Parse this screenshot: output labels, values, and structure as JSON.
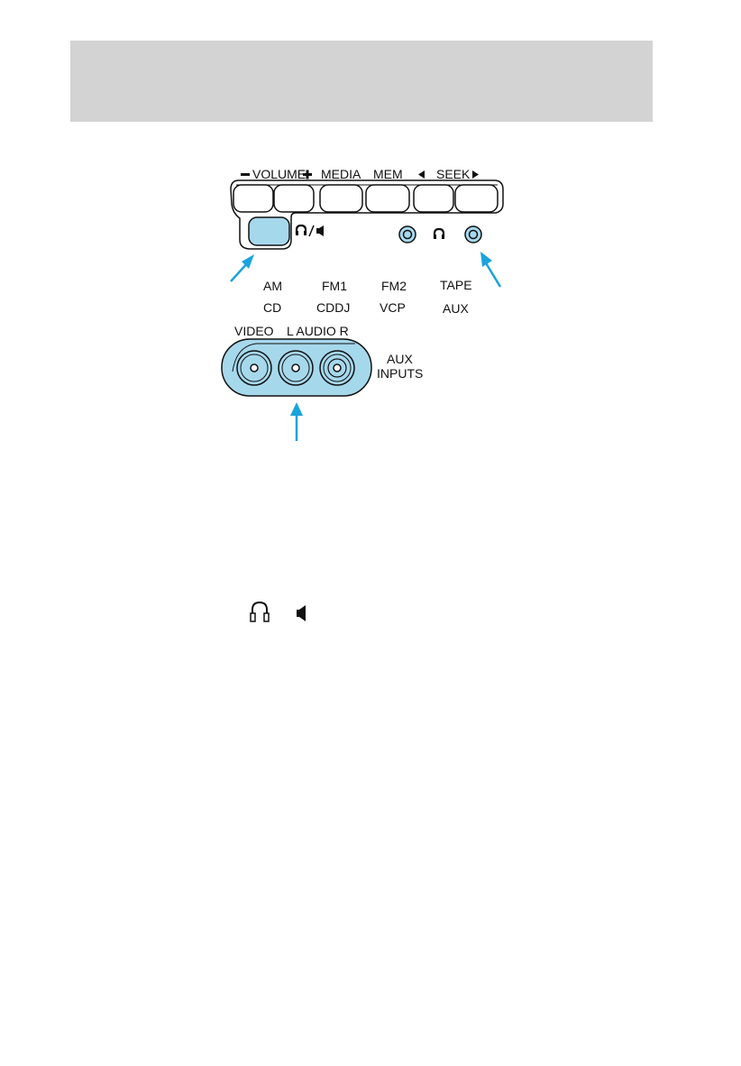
{
  "header": {
    "band_color": "#d3d3d3"
  },
  "panel": {
    "button_labels": {
      "volume": "VOLUME",
      "media": "MEDIA",
      "mem": "MEM",
      "seek": "SEEK"
    },
    "mode_labels_row1": [
      "AM",
      "FM1",
      "FM2",
      "TAPE"
    ],
    "mode_labels_row2": [
      "CD",
      "CDDJ",
      "VCP",
      "AUX"
    ],
    "jack_labels": {
      "video": "VIDEO",
      "audio": "L AUDIO R",
      "aux_line1": "AUX",
      "aux_line2": "INPUTS"
    },
    "icons": [
      "minus-icon",
      "plus-icon",
      "headphone-speaker-icon",
      "headphone-icon",
      "seek-left-icon",
      "seek-right-icon"
    ]
  },
  "colors": {
    "highlight": "#a6d8ec",
    "arrow": "#1aa4dc",
    "outline": "#111111"
  },
  "inline_icons": [
    "headphone-icon",
    "speaker-icon"
  ]
}
